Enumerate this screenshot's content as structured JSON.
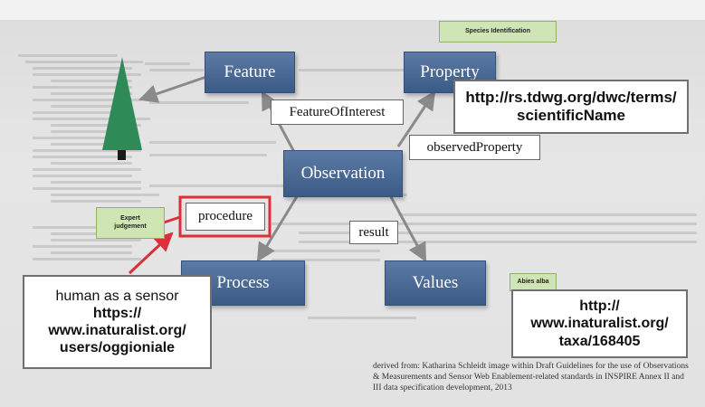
{
  "nodes": {
    "feature": "Feature",
    "property": "Property",
    "observation": "Observation",
    "process": "Process",
    "values": "Values"
  },
  "edges": {
    "feature_of_interest": "FeatureOfInterest",
    "observed_property": "observedProperty",
    "procedure": "procedure",
    "result": "result"
  },
  "tags": {
    "species_identification": "Species Identification",
    "expert_judgement_line1": "Expert",
    "expert_judgement_line2": "judgement",
    "abies_alba": "Abies alba"
  },
  "property_url": {
    "line1": "http://rs.tdwg.org/dwc/terms/",
    "line2": "scientificName"
  },
  "process_note": {
    "line1": "human as a sensor",
    "line2": "https://",
    "line3": "www.inaturalist.org/",
    "line4": "users/oggioniale"
  },
  "values_url": {
    "line1": "http://",
    "line2": "www.inaturalist.org/",
    "line3": "taxa/168405"
  },
  "credit": "derived from: Katharina Schleidt image within Draft Guidelines for the use of Observations & Measurements and Sensor Web Enablement-related standards in INSPIRE Annex II and III data specification development, 2013",
  "colors": {
    "node_fill": "#4a6a96",
    "tag_green": "#cfe6b4",
    "highlight_red": "#d9303a",
    "tree_green": "#2e8b57"
  },
  "icons": [
    "tree-icon"
  ]
}
